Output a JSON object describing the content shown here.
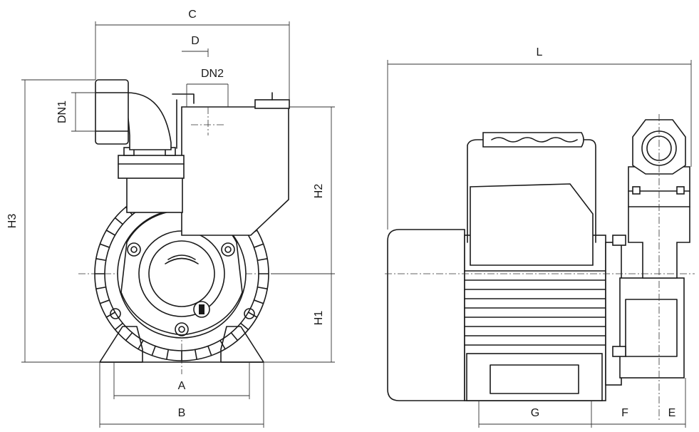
{
  "labels": {
    "C": "C",
    "D": "D",
    "DN2": "DN2",
    "DN1": "DN1",
    "H3": "H3",
    "H2": "H2",
    "H1": "H1",
    "A": "A",
    "B": "B",
    "L": "L",
    "G": "G",
    "F": "F",
    "E": "E"
  },
  "colors": {
    "line": "#1a1a1a",
    "background": "#ffffff"
  }
}
